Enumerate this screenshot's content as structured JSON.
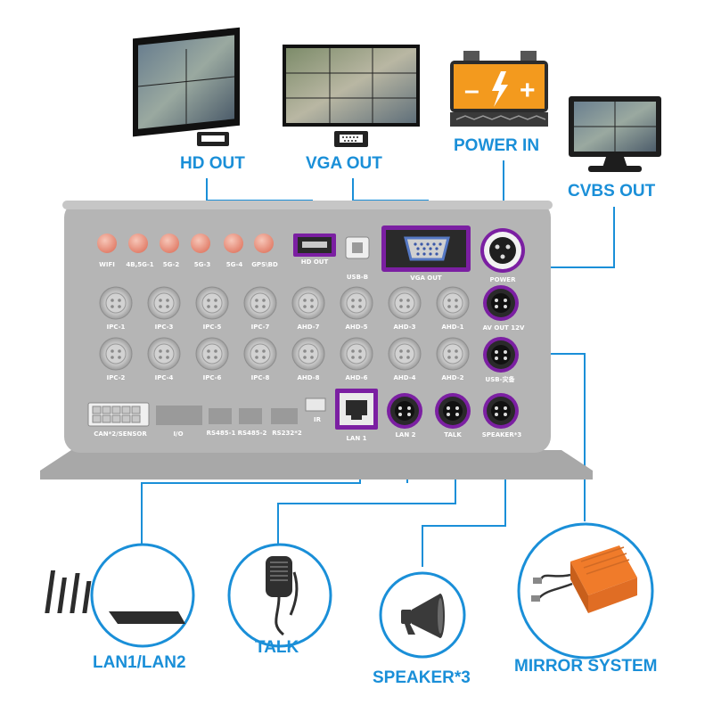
{
  "callouts": {
    "hd_out": "HD OUT",
    "vga_out": "VGA OUT",
    "power_in": "POWER IN",
    "cvbs_out": "CVBS OUT",
    "lan": "LAN1/LAN2",
    "talk": "TALK",
    "speaker": "SPEAKER*3",
    "mirror": "MIRROR SYSTEM"
  },
  "panel": {
    "antennas": [
      "WIFI",
      "4B,5G-1",
      "5G-2",
      "5G-3",
      "5G-4",
      "GPS\\BD"
    ],
    "hd_out": "HD OUT",
    "usb_b": "USB-B",
    "vga_out": "VGA OUT",
    "power": "POWER",
    "row1": [
      "IPC-1",
      "IPC-3",
      "IPC-5",
      "IPC-7",
      "AHD-7",
      "AHD-5",
      "AHD-3",
      "AHD-1"
    ],
    "av_out": "AV OUT 12V",
    "row2": [
      "IPC-2",
      "IPC-4",
      "IPC-6",
      "IPC-8",
      "AHD-8",
      "AHD-6",
      "AHD-4",
      "AHD-2"
    ],
    "usb_alarm": "USB-灾备",
    "bottom": [
      "CAN*2/SENSOR",
      "I/O",
      "RS485-1",
      "RS485-2",
      "RS232*2",
      "IR"
    ],
    "lan1": "LAN 1",
    "lan2": "LAN 2",
    "talk": "TALK",
    "speaker": "SPEAKER*3"
  },
  "colors": {
    "accent": "#1a8fd8",
    "highlight": "#7b1fa2",
    "panel": "#b5b5b5",
    "battery": "#f39a1e"
  }
}
